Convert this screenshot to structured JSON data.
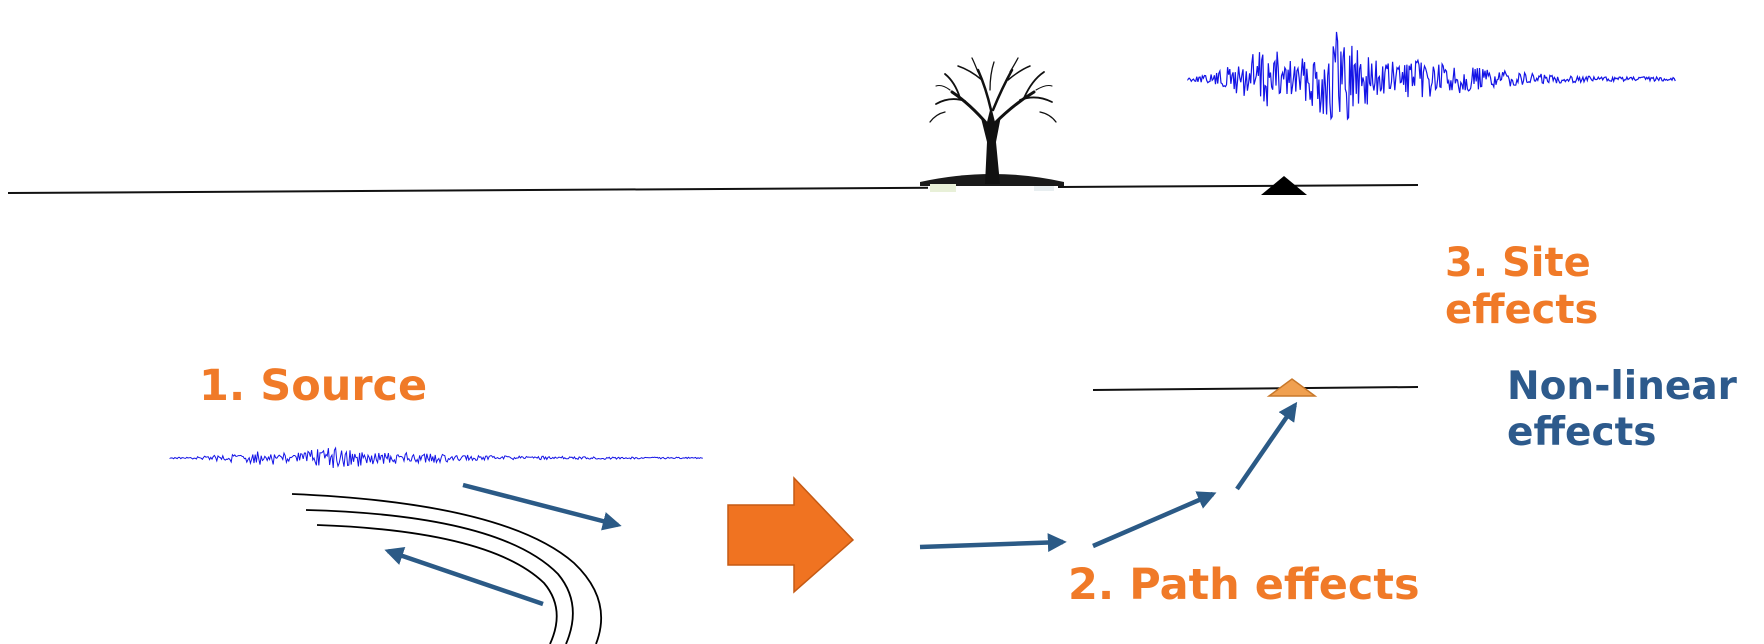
{
  "labels": {
    "source": "1. Source",
    "path": "2. Path effects",
    "site_line1": "3. Site",
    "site_line2": "effects",
    "nonlinear_line1": "Non-linear",
    "nonlinear_line2": "effects"
  },
  "colors": {
    "orange": "#f07a28",
    "blue_text": "#2d5a8c",
    "arrow": "#2b5a86",
    "waveform": "#1414e6",
    "ground": "#111111",
    "big_arrow": "#f07321"
  },
  "icons": {
    "tree": "tree-image-icon",
    "station": "seismic-station-triangle-icon",
    "big_arrow": "right-block-arrow-icon"
  }
}
